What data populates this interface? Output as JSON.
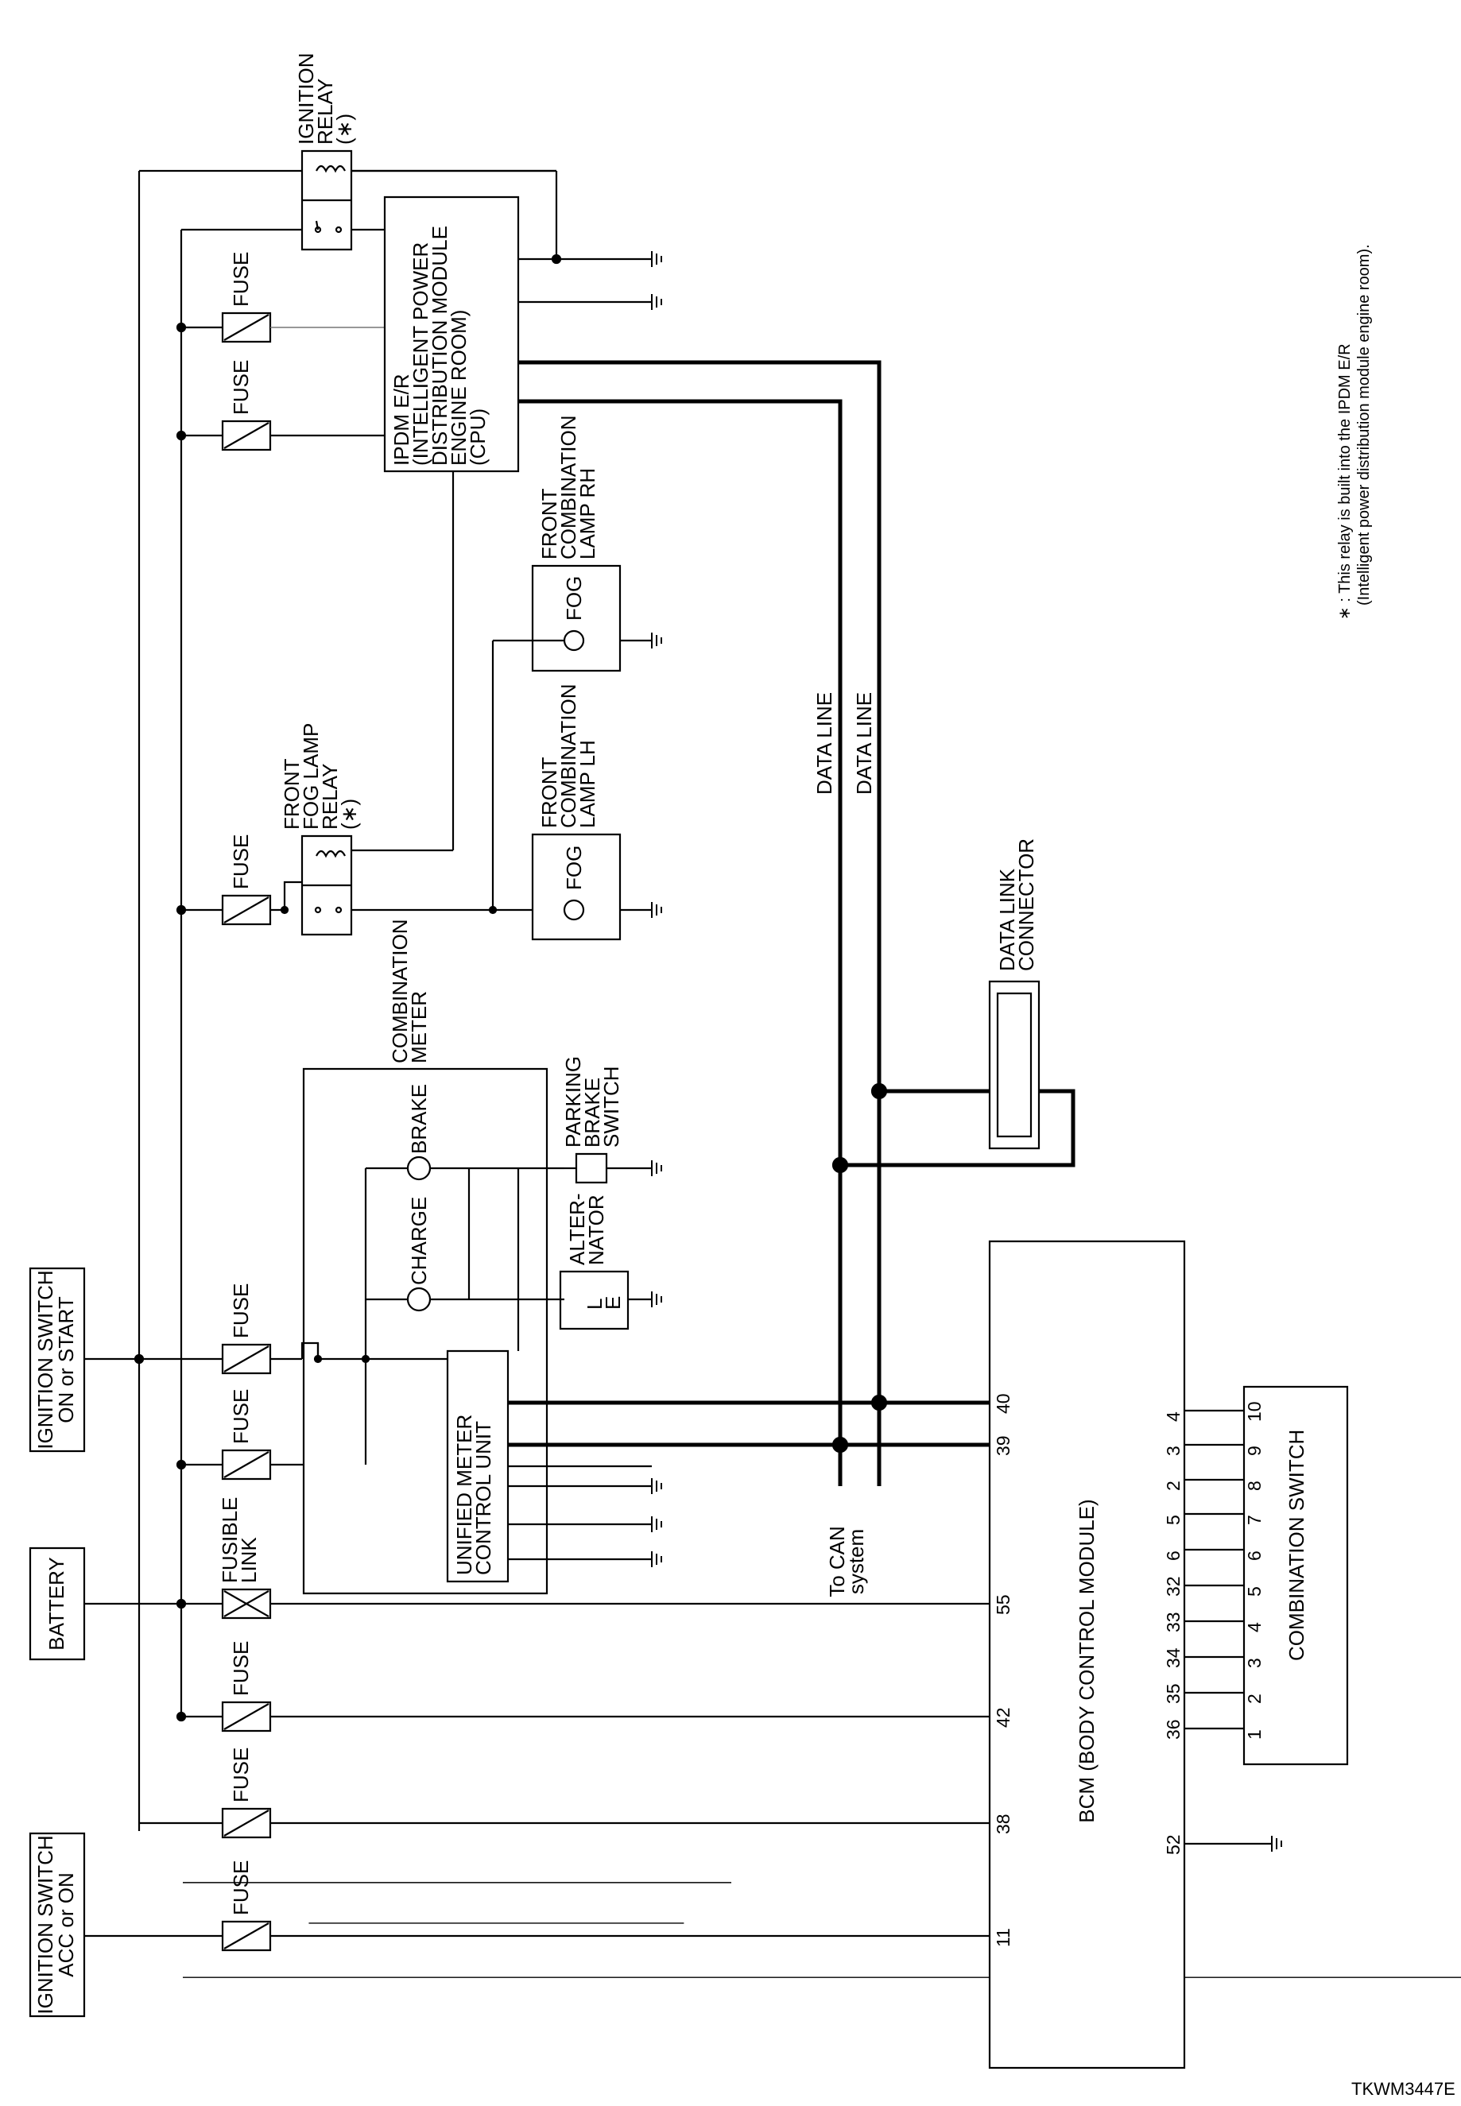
{
  "sources": {
    "ign_acc_on": [
      "IGNITION SWITCH",
      "ACC or ON"
    ],
    "battery": "BATTERY",
    "ign_on_start": [
      "IGNITION SWITCH",
      "ON or START"
    ]
  },
  "labels": {
    "fuse": "FUSE",
    "fusible_link": [
      "FUSIBLE",
      "LINK"
    ],
    "bcm": "BCM (BODY CONTROL MODULE)",
    "unified_meter": [
      "UNIFIED METER",
      "CONTROL UNIT"
    ],
    "combination_meter": [
      "COMBINATION",
      "METER"
    ],
    "charge": "CHARGE",
    "brake": "BRAKE",
    "parking_brake_switch": [
      "PARKING",
      "BRAKE",
      "SWITCH"
    ],
    "alternator": [
      "ALTER-",
      "NATOR"
    ],
    "alt_l": "L",
    "alt_e": "E",
    "front_fog_lamp_relay": [
      "FRONT",
      "FOG LAMP",
      "RELAY",
      "(∗)"
    ],
    "front_comb_lamp_lh": [
      "FRONT",
      "COMBINATION",
      "LAMP LH"
    ],
    "front_comb_lamp_rh": [
      "FRONT",
      "COMBINATION",
      "LAMP RH"
    ],
    "fog": "FOG",
    "ipdm": [
      "IPDM E/R",
      "(INTELLIGENT POWER",
      "DISTRIBUTION MODULE",
      "ENGINE ROOM)",
      "(CPU)"
    ],
    "ignition_relay": [
      "IGNITION",
      "RELAY",
      "(∗)"
    ],
    "data_line": "DATA LINE",
    "data_link_connector": [
      "DATA LINK",
      "CONNECTOR"
    ],
    "to_can": [
      "To CAN",
      "system"
    ],
    "combination_switch": "COMBINATION SWITCH",
    "footnote": [
      "∗ : This relay is built into the IPDM E/R",
      "(Intelligent power distribution module engine room)."
    ],
    "figure_id": "TKWM3447E"
  },
  "bcm_pins": {
    "p11": "11",
    "p38": "38",
    "p42": "42",
    "p55": "55",
    "p39": "39",
    "p40": "40",
    "p52": "52",
    "switch_side": [
      "36",
      "35",
      "34",
      "33",
      "32",
      "6",
      "5",
      "2",
      "3",
      "4"
    ]
  },
  "combination_switch_pins": [
    "1",
    "2",
    "3",
    "4",
    "5",
    "6",
    "7",
    "8",
    "9",
    "10"
  ]
}
